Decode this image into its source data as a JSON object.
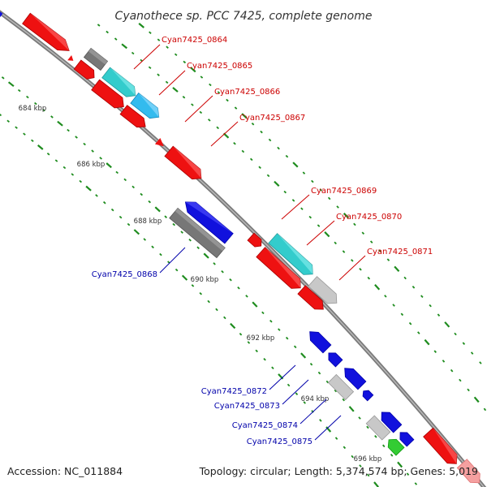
{
  "title": "Cyanothece sp. PCC 7425, complete genome",
  "accession": "Accession: NC_011884",
  "summary": "Topology: circular; Length: 5,374,574 bp; Genes: 5,019",
  "colors": {
    "backbone": "#8c8c8c",
    "tick_dots": "#1e8c1e",
    "label_forward": "#cc0000",
    "label_reverse": "#0000aa",
    "red": "#ee1111",
    "gray": "#777777",
    "lightgray": "#c8c8c8",
    "cyan": "#33cccc",
    "skyblue": "#33bbee",
    "blue": "#1111dd",
    "green": "#33cc33"
  },
  "scale_labels": [
    "684 kbp",
    "686 kbp",
    "688 kbp",
    "690 kbp",
    "692 kbp",
    "694 kbp",
    "696 kbp"
  ],
  "genes": [
    {
      "label": "Cyan7425_0864",
      "strand": "forward"
    },
    {
      "label": "Cyan7425_0865",
      "strand": "forward"
    },
    {
      "label": "Cyan7425_0866",
      "strand": "forward"
    },
    {
      "label": "Cyan7425_0867",
      "strand": "forward"
    },
    {
      "label": "Cyan7425_0868",
      "strand": "reverse"
    },
    {
      "label": "Cyan7425_0869",
      "strand": "forward"
    },
    {
      "label": "Cyan7425_0870",
      "strand": "forward"
    },
    {
      "label": "Cyan7425_0871",
      "strand": "forward"
    },
    {
      "label": "Cyan7425_0872",
      "strand": "reverse"
    },
    {
      "label": "Cyan7425_0873",
      "strand": "reverse"
    },
    {
      "label": "Cyan7425_0874",
      "strand": "reverse"
    },
    {
      "label": "Cyan7425_0875",
      "strand": "reverse"
    }
  ]
}
